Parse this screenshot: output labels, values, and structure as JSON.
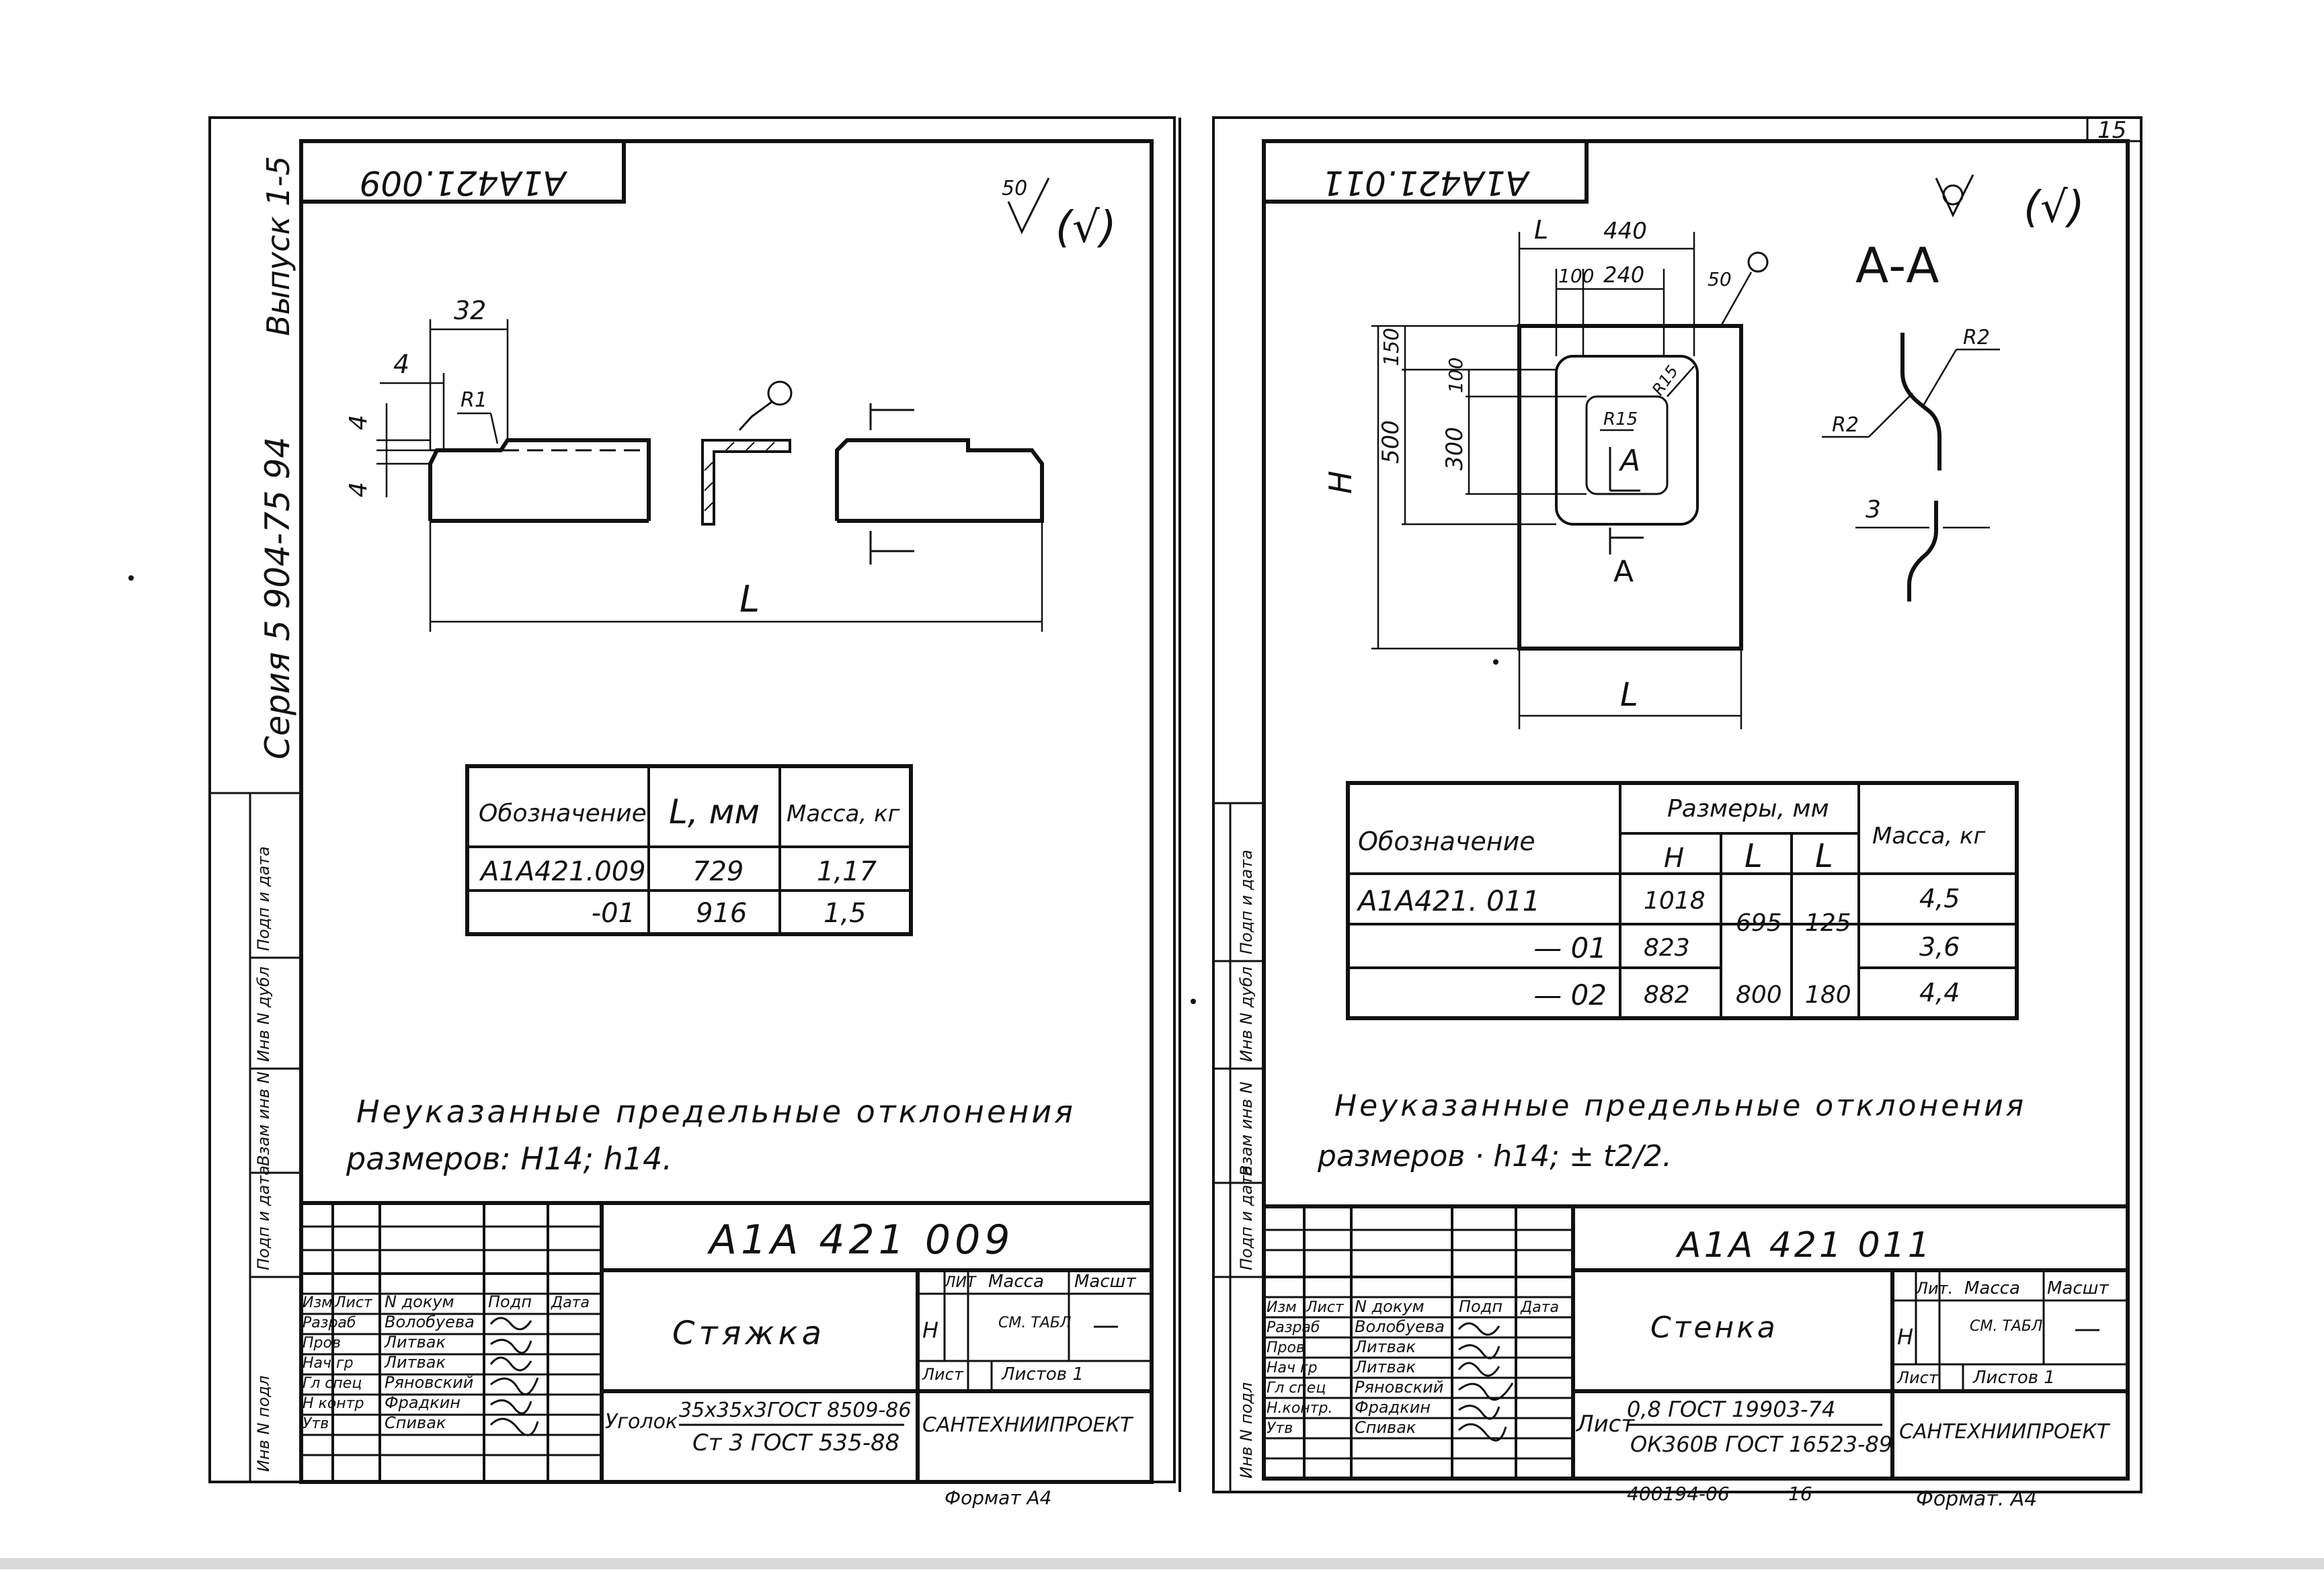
{
  "left_sheet": {
    "stamp": "A1A421.009",
    "roughness_value": "50",
    "roughness_paren": "(√)",
    "series_label": "Серия  5 904-75 94",
    "issue_label": "Выпуск 1-5",
    "dims": {
      "d32": "32",
      "d4a": "4",
      "d4b": "4",
      "d4c": "4",
      "r1": "R1",
      "L": "L"
    },
    "table": {
      "headers": [
        "Обозначение",
        "L, мм",
        "Масса, кг"
      ],
      "rows": [
        [
          "A1A421.009",
          "729",
          "1,17"
        ],
        [
          "-01",
          "916",
          "1,5"
        ]
      ]
    },
    "note_line1": "Неуказанные предельные отклонения",
    "note_line2": "размеров: Н14;  h14.",
    "doc_number": "A1A 421 009",
    "item_name": "Стяжка",
    "material_line1": "35x35x3ГОСТ 8509-86",
    "material_prefix": "Уголок",
    "material_line2": "Ст 3 ГОСТ 535-88",
    "lit_header": "ЛИТ",
    "mass_header": "Масса",
    "scale_header": "Масшт",
    "lit_value": "Н",
    "mass_value": "СМ. ТАБЛ",
    "scale_value": "—",
    "sheet_label": "Лист",
    "sheets_label": "Листов 1",
    "org": "САНТЕХНИИПРОЕКТ",
    "format": "Формат А4",
    "signatures": [
      {
        "role": "Изм",
        "col2": "Лист",
        "col3": "N докум",
        "col4": "Подп",
        "col5": "Дата"
      },
      {
        "role": "Разраб",
        "col2": "",
        "col3": "Волобуева",
        "col4": "",
        "col5": ""
      },
      {
        "role": "Пров",
        "col2": "",
        "col3": "Литвак",
        "col4": "",
        "col5": ""
      },
      {
        "role": "Нач гр",
        "col2": "",
        "col3": "Литвак",
        "col4": "",
        "col5": ""
      },
      {
        "role": "Гл спец",
        "col2": "",
        "col3": "Ряновский",
        "col4": "",
        "col5": ""
      },
      {
        "role": "Н контр",
        "col2": "",
        "col3": "Фрадкин",
        "col4": "",
        "col5": ""
      },
      {
        "role": "Утв",
        "col2": "",
        "col3": "Спивак",
        "col4": "",
        "col5": ""
      }
    ],
    "side_labels": [
      "Инв N подл",
      "Подп и дата",
      "Взам инв N",
      "Инв N дубл",
      "Подп и дата"
    ]
  },
  "right_sheet": {
    "page_number": "15",
    "stamp": "A1A421.011",
    "roughness_paren": "(√)",
    "section_title": "А-А",
    "dims": {
      "d440": "440",
      "dl": "L",
      "d100": "100",
      "d240": "240",
      "d50": "50",
      "d150": "150",
      "d100v": "100",
      "d500": "500",
      "d300": "300",
      "r15": "R15",
      "r15b": "R15",
      "H": "H",
      "A": "A",
      "A2": "A",
      "L": "L",
      "r2a": "R2",
      "r2b": "R2",
      "d3": "3"
    },
    "table": {
      "header_designation": "Обозначение",
      "header_sizes": "Размеры, мм",
      "header_mass": "Масса, кг",
      "sub_headers": [
        "Н",
        "L",
        "L"
      ],
      "rows": [
        [
          "A1A421. 011",
          "1018",
          "695",
          "125",
          "4,5"
        ],
        [
          "— 01",
          "823",
          "",
          "",
          "3,6"
        ],
        [
          "— 02",
          "882",
          "800",
          "180",
          "4,4"
        ]
      ]
    },
    "note_line1": "Неуказанные предельные отклонения",
    "note_line2": "размеров · h14; ± t2/2.",
    "doc_number": "A1A 421 011",
    "item_name": "Стенка",
    "material_prefix": "Лист",
    "material_line1": "0,8 ГОСТ 19903-74",
    "material_line2": "ОК360В ГОСТ 16523-89",
    "lit_header": "Лит.",
    "mass_header": "Масса",
    "scale_header": "Масшт",
    "lit_value": "Н",
    "mass_value": "СМ. ТАБЛ",
    "scale_value": "—",
    "sheet_label": "Лист",
    "sheets_label": "Листов 1",
    "org": "САНТЕХНИИПРОЕКТ",
    "format": "Формат. А4",
    "footer_code": "400194-06",
    "footer_num": "16",
    "signatures": [
      {
        "role": "Изм",
        "col2": "Лист",
        "col3": "N докум",
        "col4": "Подп",
        "col5": "Дата"
      },
      {
        "role": "Разраб",
        "col2": "",
        "col3": "Волобуева",
        "col4": "",
        "col5": ""
      },
      {
        "role": "Пров",
        "col2": "",
        "col3": "Литвак",
        "col4": "",
        "col5": ""
      },
      {
        "role": "Нач гр",
        "col2": "",
        "col3": "Литвак",
        "col4": "",
        "col5": ""
      },
      {
        "role": "Гл спец",
        "col2": "",
        "col3": "Ряновский",
        "col4": "",
        "col5": ""
      },
      {
        "role": "Н.контр.",
        "col2": "",
        "col3": "Фрадкин",
        "col4": "",
        "col5": ""
      },
      {
        "role": "Утв",
        "col2": "",
        "col3": "Спивак",
        "col4": "",
        "col5": ""
      }
    ],
    "side_labels": [
      "Инв N подл",
      "Подп и дата",
      "Взам инв N",
      "Инв N дубл",
      "Подп и дата"
    ]
  }
}
